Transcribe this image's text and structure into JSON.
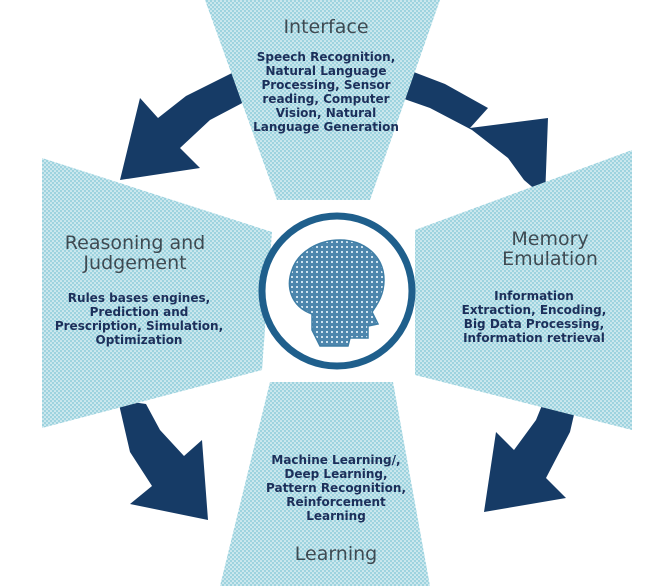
{
  "colors": {
    "panel": "#9ed3df",
    "panel_dot": "#ffffff",
    "arrow": "#163b66",
    "ring": "#1f5f8c",
    "head": "#3f7ea6"
  },
  "center": {
    "icon": "brain-head-icon"
  },
  "sections": {
    "interface": {
      "title": "Interface",
      "body": "Speech Recognition,\nNatural Language\nProcessing, Sensor\nreading, Computer\nVision, Natural\nLanguage Generation"
    },
    "memory": {
      "title": "Memory\nEmulation",
      "body": "Information\nExtraction, Encoding,\nBig Data Processing,\nInformation retrieval"
    },
    "learning": {
      "title": "Learning",
      "body": "Machine Learning/,\nDeep Learning,\nPattern Recognition,\nReinforcement\nLearning"
    },
    "reasoning": {
      "title": "Reasoning and\nJudgement",
      "body": "Rules bases engines,\nPrediction and\nPrescription, Simulation,\nOptimization"
    }
  }
}
